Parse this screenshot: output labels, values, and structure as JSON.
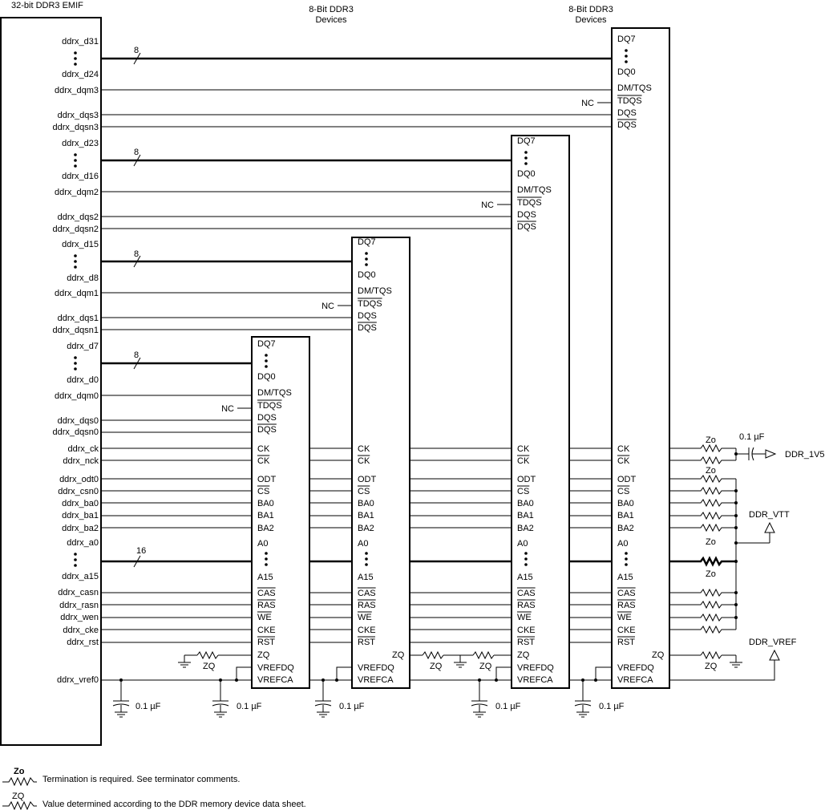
{
  "emif": {
    "title": "32-bit DDR3 EMIF",
    "pins": {
      "d31": "ddrx_d31",
      "d24": "ddrx_d24",
      "dqm3": "ddrx_dqm3",
      "dqs3": "ddrx_dqs3",
      "dqsn3": "ddrx_dqsn3",
      "d23": "ddrx_d23",
      "d16": "ddrx_d16",
      "dqm2": "ddrx_dqm2",
      "dqs2": "ddrx_dqs2",
      "dqsn2": "ddrx_dqsn2",
      "d15": "ddrx_d15",
      "d8": "ddrx_d8",
      "dqm1": "ddrx_dqm1",
      "dqs1": "ddrx_dqs1",
      "dqsn1": "ddrx_dqsn1",
      "d7": "ddrx_d7",
      "d0": "ddrx_d0",
      "dqm0": "ddrx_dqm0",
      "dqs0": "ddrx_dqs0",
      "dqsn0": "ddrx_dqsn0",
      "ck": "ddrx_ck",
      "nck": "ddrx_nck",
      "odt0": "ddrx_odt0",
      "csn0": "ddrx_csn0",
      "ba0": "ddrx_ba0",
      "ba1": "ddrx_ba1",
      "ba2": "ddrx_ba2",
      "a0": "ddrx_a0",
      "a15": "ddrx_a15",
      "casn": "ddrx_casn",
      "rasn": "ddrx_rasn",
      "wen": "ddrx_wen",
      "cke": "ddrx_cke",
      "rst": "ddrx_rst",
      "vref0": "ddrx_vref0"
    }
  },
  "device_group_label_line1": "8-Bit DDR3",
  "device_group_label_line2": "Devices",
  "device_pins": {
    "dq7": "DQ7",
    "dq0": "DQ0",
    "dm": "DM/TQS",
    "tdqs": "TDQS",
    "dqs": "DQS",
    "dqsn": "DQS",
    "ck": "CK",
    "ckn": "CK",
    "odt": "ODT",
    "cs": "CS",
    "ba0": "BA0",
    "ba1": "BA1",
    "ba2": "BA2",
    "a0": "A0",
    "a15": "A15",
    "cas": "CAS",
    "ras": "RAS",
    "we": "WE",
    "cke": "CKE",
    "rst": "RST",
    "zq": "ZQ",
    "vrefdq": "VREFDQ",
    "vrefca": "VREFCA"
  },
  "nc": "NC",
  "bus_width_8": "8",
  "bus_width_16": "16",
  "cap_value": "0.1 µF",
  "zo": "Zo",
  "zq": "ZQ",
  "ddr_1v5": "DDR_1V5",
  "ddr_vtt": "DDR_VTT",
  "ddr_vref": "DDR_VREF",
  "legend": {
    "zo_title": "Zo",
    "zo_text": "Termination is required. See terminator comments.",
    "zq_title": "ZQ",
    "zq_text": "Value determined according to the DDR memory device data sheet."
  }
}
